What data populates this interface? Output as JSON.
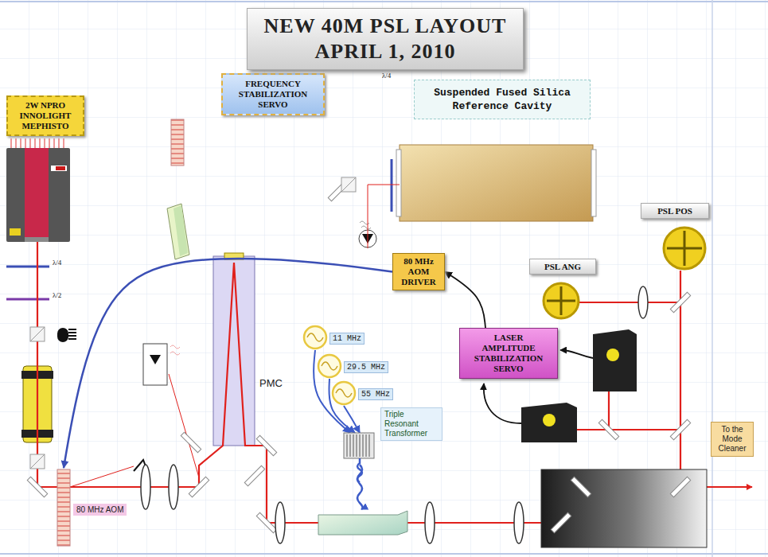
{
  "diagram": {
    "title": "NEW 40M PSL LAYOUT APRIL 1, 2010",
    "nodes": [
      {
        "text": [
          "2W NPRO INNOLIGHT MEPHISTO"
        ]
      },
      {
        "text": [
          "FREQUENCY STABILIZATION SERVO"
        ]
      },
      {
        "text": [
          "Suspended Fused Silica Reference Cavity"
        ]
      },
      {
        "text": [
          "PSL POS"
        ]
      },
      {
        "text": [
          "80 MHz AOM DRIVER"
        ]
      },
      {
        "text": [
          "PSL ANG"
        ]
      },
      {
        "text": [
          "LASER AMPLITUDE STABILIZATION SERVO"
        ]
      },
      {
        "text": [
          "11 MHz"
        ]
      },
      {
        "text": [
          "29.5 MHz"
        ]
      },
      {
        "text": [
          "55 MHz"
        ]
      },
      {
        "text": [
          "Triple Resonant Transformer"
        ]
      },
      {
        "text": [
          "To the Mode Cleaner"
        ]
      },
      {
        "text": [
          "80 MHz AOM"
        ]
      }
    ],
    "edges": [
      {
        "from": 4,
        "to": 12,
        "arrow": "to"
      },
      {
        "from": 6,
        "to": 4,
        "arrow": "to"
      },
      {
        "from": 7,
        "to": 10,
        "arrow": "to"
      },
      {
        "from": 8,
        "to": 10,
        "arrow": "to"
      },
      {
        "from": 9,
        "to": 10,
        "arrow": "to"
      }
    ],
    "labels": [
      "λ/4",
      "λ/4",
      "λ/2",
      "PMC"
    ]
  }
}
